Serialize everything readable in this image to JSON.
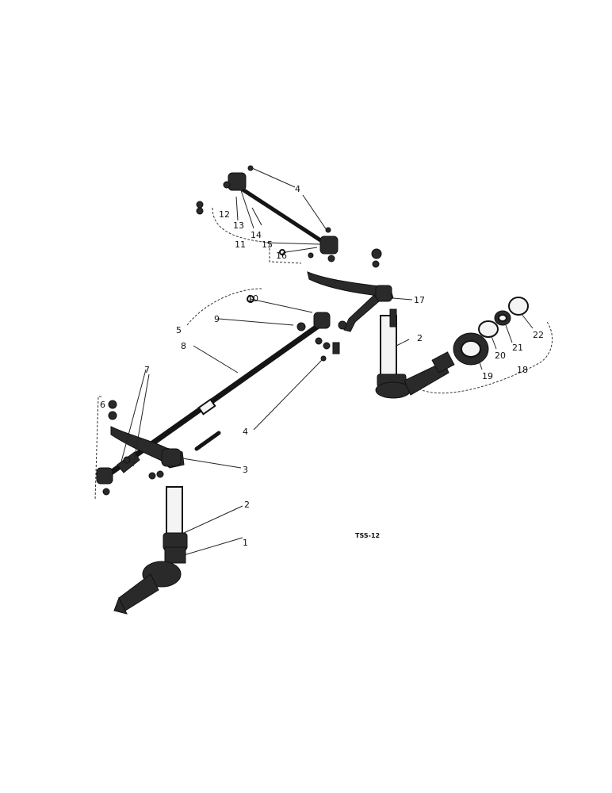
{
  "callouts": {
    "c1": "1",
    "c2a": "2",
    "c2b": "2",
    "c3": "3",
    "c4a": "4",
    "c4b": "4",
    "c5": "5",
    "c6": "6",
    "c7": "7",
    "c8": "8",
    "c9": "9",
    "c10": "10",
    "c11": "11",
    "c12": "12",
    "c13": "13",
    "c14": "14",
    "c15": "15",
    "c16": "16",
    "c17": "17",
    "c18": "18",
    "c19": "19",
    "c20": "20",
    "c21": "21",
    "c22": "22"
  },
  "figure_code": "TSS-12"
}
